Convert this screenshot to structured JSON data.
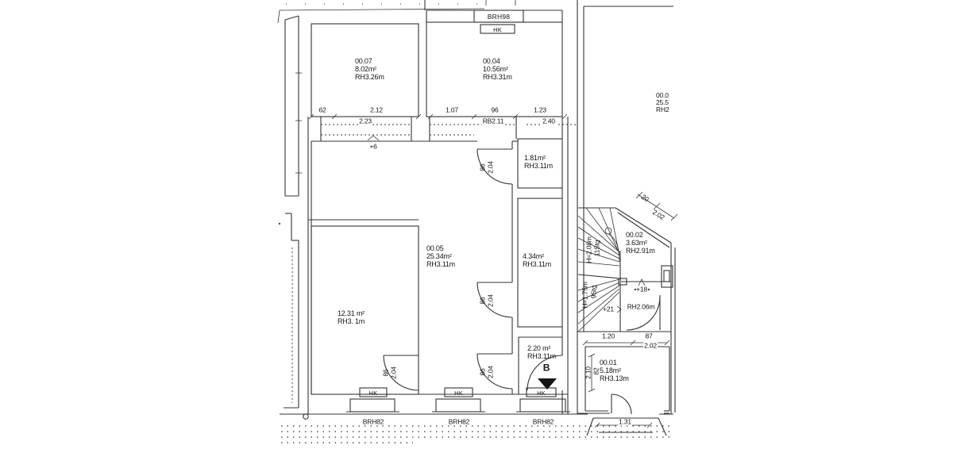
{
  "rooms": {
    "r07": {
      "id": "00.07",
      "area": "8.02m²",
      "rh": "RH3.26m"
    },
    "r04": {
      "id": "00.04",
      "area": "10.56m²",
      "rh": "RH3.31m"
    },
    "r05": {
      "id": "00.05",
      "area": "25.34m²",
      "rh": "RH3.11m"
    },
    "r1231": {
      "area": "12.31 m²",
      "rh": "RH3. 1m"
    },
    "r181": {
      "area": "1.81m²",
      "rh": "RH3.11m"
    },
    "r434": {
      "area": "4.34m²",
      "rh": "RH3.11m"
    },
    "r220": {
      "area": "2.20 m²",
      "rh": "RH3.11m"
    },
    "r02": {
      "id": "00.02",
      "area": "3.63m²",
      "rh": "RH2.91m"
    },
    "r01": {
      "id": "00.01",
      "area": "5.18m²",
      "rh": "RH3.13m"
    },
    "rclip": {
      "id": "00.0",
      "area": "25.5",
      "rh": "RH2"
    }
  },
  "stairs": {
    "upper": {
      "h": "H=2.08m",
      "steps": "11Stg"
    },
    "lower": {
      "h": "H=1.75m",
      "steps": "9Stg"
    }
  },
  "levels": {
    "plus6": "+6",
    "plus18": "+18",
    "plus21": "+21",
    "rh206": "RH2.06m"
  },
  "windows": {
    "top_label": "BRH98",
    "bottom_label": "BRH82",
    "hk": "HK"
  },
  "dims": {
    "chain_left": {
      "s1": "62",
      "s2": "2.12",
      "total": "2.23"
    },
    "chain_right": {
      "s1": "1.07",
      "s2": "96",
      "s2_total": "RB2.11",
      "s3": "1.23",
      "s3_total": "2.40"
    },
    "chain_r01": {
      "s1": "1.20",
      "s2": "87",
      "total": "2.02"
    },
    "v_r01": {
      "a": "2.10",
      "b": "82"
    },
    "diag": {
      "a": "20",
      "b": "2.02"
    },
    "entry_width": "1.31",
    "door": {
      "w": "86",
      "h": "2.04"
    }
  },
  "section": {
    "label": "B"
  }
}
